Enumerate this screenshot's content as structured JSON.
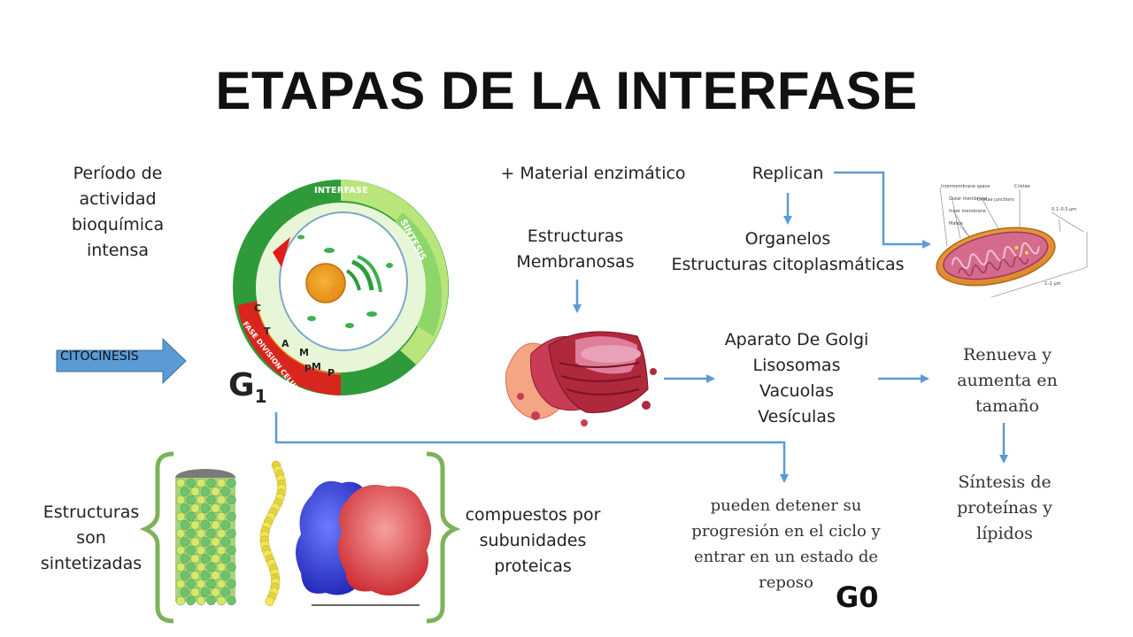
{
  "title": "ETAPAS DE LA INTERFASE",
  "left": {
    "period_lines": [
      "Período de",
      "actividad",
      "bioquímica",
      "intensa"
    ],
    "citocinesis": "CITOCINESIS",
    "struct_lines": [
      "Estructuras",
      "son",
      "sintetizadas"
    ]
  },
  "cycle": {
    "ring_labels": [
      "INTERFASE",
      "SINTESIS",
      "FASE DIVISION CELULAR"
    ],
    "phase_letters": [
      "C",
      "T",
      "A",
      "pM",
      "M",
      "P"
    ],
    "g1_label": "G",
    "g1_sub": "1"
  },
  "middle": {
    "enzyme": "+ Material enzimático",
    "membranosas_lines": [
      "Estructuras",
      "Membranosas"
    ],
    "compuestos_lines": [
      "compuestos por",
      "subunidades",
      "proteicas"
    ]
  },
  "right": {
    "replican": "Replican",
    "organelos_lines": [
      "Organelos",
      "Estructuras citoplasmáticas"
    ],
    "golgi_lines": [
      "Aparato De Golgi",
      "Lisosomas",
      "Vacuolas",
      "Vesículas"
    ],
    "renueva_lines": [
      "Renueva y",
      "aumenta en",
      "tamaño"
    ],
    "sintesis_lines": [
      "Síntesis de",
      "proteínas y",
      "lípidos"
    ],
    "reposo_lines": [
      "pueden detener su",
      "progresión en el ciclo y",
      "entrar en un estado de",
      "reposo"
    ],
    "g0": "G0"
  },
  "mito_labels": [
    "Intermembrane space",
    "Outer membrane",
    "Inner membrane",
    "Matrix",
    "Cristae junctions",
    "Cristae",
    "0.1–0.5 µm",
    "1–2 µm"
  ],
  "colors": {
    "arrow_blue": "#5B9BD5",
    "ring_dark_green": "#2E9A3A",
    "ring_light_green": "#8ED66A",
    "ring_red": "#D8261E",
    "bracket_green": "#7DB25A",
    "golgi_red": "#B0283C",
    "mito_pink": "#D46B8C"
  }
}
